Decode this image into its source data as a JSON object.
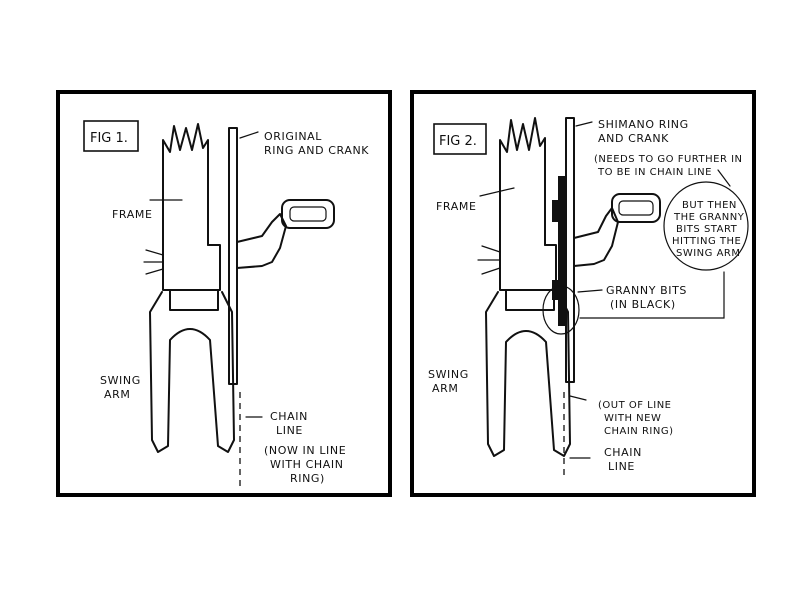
{
  "fig1": {
    "label": "FIG 1.",
    "original_ring": [
      "ORIGINAL",
      "RING AND CRANK"
    ],
    "frame": "FRAME",
    "swing_arm": [
      "SWING",
      "ARM"
    ],
    "chain_line": [
      "CHAIN",
      "LINE"
    ],
    "note": [
      "(NOW IN LINE",
      "WITH CHAIN",
      "RING)"
    ]
  },
  "fig2": {
    "label": "FIG 2.",
    "shimano_ring": [
      "SHIMANO RING",
      "AND CRANK"
    ],
    "needs_note": [
      "(NEEDS TO GO FURTHER IN",
      "TO BE IN CHAIN LINE"
    ],
    "but_note": [
      "BUT THEN",
      "THE GRANNY",
      "BITS START",
      "HITTING THE",
      "SWING ARM"
    ],
    "frame": "FRAME",
    "granny": [
      "GRANNY BITS",
      "(IN BLACK)"
    ],
    "swing_arm": [
      "SWING",
      "ARM"
    ],
    "out_note": [
      "(OUT OF LINE",
      "WITH NEW",
      "CHAIN RING)"
    ],
    "chain_line": [
      "CHAIN",
      "LINE"
    ]
  }
}
